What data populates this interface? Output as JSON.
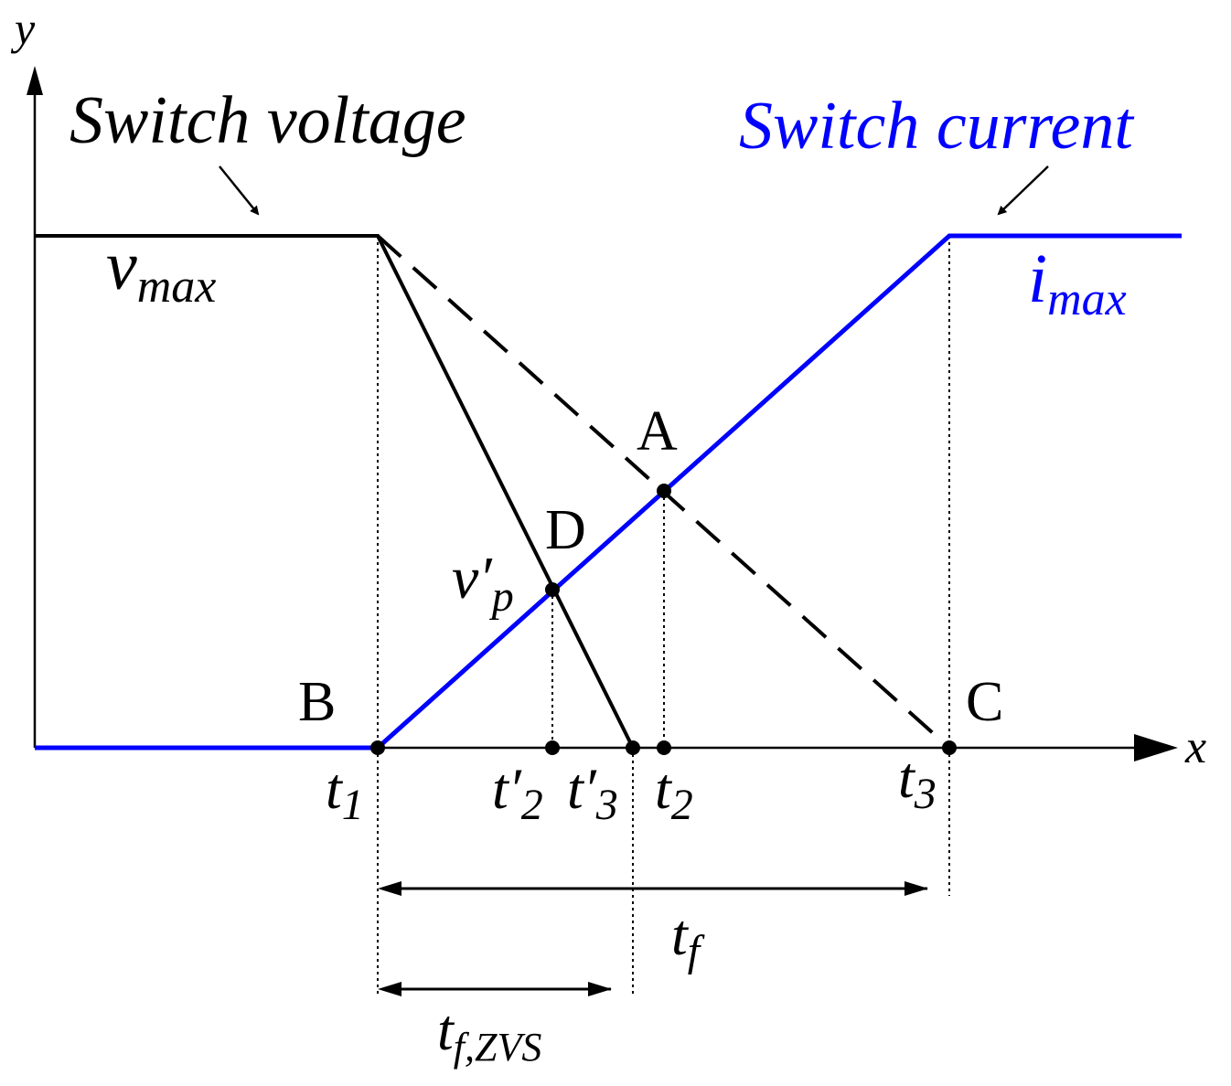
{
  "axes": {
    "x_label": "x",
    "y_label": "y"
  },
  "titles": {
    "voltage": "Switch voltage",
    "current": "Switch current"
  },
  "levels": {
    "vmax_base": "v",
    "vmax_sub": "max",
    "imax_base": "i",
    "imax_sub": "max"
  },
  "points": {
    "A": "A",
    "B": "B",
    "C": "C",
    "D": "D"
  },
  "vp": {
    "base": "v′",
    "sub": "p"
  },
  "ticks": {
    "t1": {
      "base": "t",
      "sub": "1"
    },
    "t2p": {
      "base": "t′",
      "sub": "2"
    },
    "t3p": {
      "base": "t′",
      "sub": "3"
    },
    "t2": {
      "base": "t",
      "sub": "2"
    },
    "t3": {
      "base": "t",
      "sub": "3"
    }
  },
  "intervals": {
    "tf": {
      "base": "t",
      "sub": "f"
    },
    "tfzvs": {
      "base": "t",
      "sub": "f,ZVS"
    }
  },
  "colors": {
    "voltage": "#000000",
    "current": "#0000ff",
    "axis": "#000000"
  }
}
